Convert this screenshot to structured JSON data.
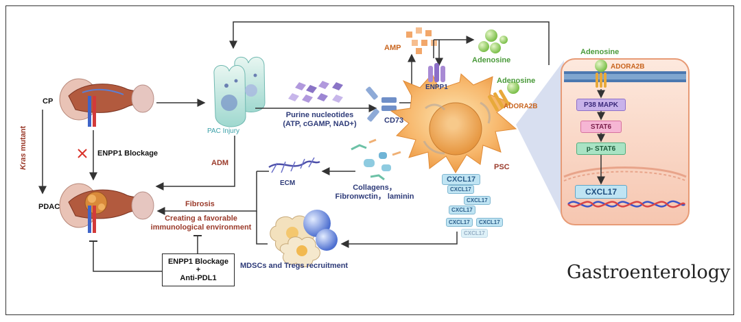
{
  "left": {
    "cp": "CP",
    "pdac": "PDAC",
    "kras_italic": "Kras",
    "kras_rest": " mutant",
    "blockage": "ENPP1 Blockage"
  },
  "injury": {
    "label": "PAC Injury",
    "adm": "ADM"
  },
  "nucleotides": {
    "line1": "Purine nucleotides",
    "line2": "(ATP, cGAMP, NAD+)"
  },
  "receptors": {
    "cd73": "CD73",
    "amp": "AMP",
    "enpp1": "ENPP1",
    "adenosine_top": "Adenosine",
    "adenosine_cell": "Adenosine",
    "adora2b_cell": "ADORA2B"
  },
  "psc": {
    "label": "PSC"
  },
  "ecm": {
    "label": "ECM",
    "line1": "Collagens，",
    "line2": "Fibronwctin， laminin"
  },
  "outcomes": {
    "fibrosis": "Fibrosis",
    "immune1": "Creating a favorable",
    "immune2": "immunological environment"
  },
  "therapy": {
    "line1": "ENPP1 Blockage",
    "line2": "+",
    "line3": "Anti-PDL1"
  },
  "recruitment": "MDSCs and Tregs recruitment",
  "cxcl17": {
    "main": "CXCL17",
    "small": [
      "CXCL17",
      "CXCL17",
      "CXCL17",
      "CXCL17",
      "CXCL17",
      "CXCL17"
    ]
  },
  "pathway": {
    "adenosine": "Adenosine",
    "receptor": "ADORA2B",
    "steps": [
      "P38 MAPK",
      "STAT6",
      "p- STAT6"
    ],
    "output": "CXCL17"
  },
  "journal": "Gastroenterology",
  "colors": {
    "frame": "#333333",
    "arrow": "#333333",
    "pathway_bg": "#fbe3d6",
    "pathway_border": "#e79a75"
  }
}
